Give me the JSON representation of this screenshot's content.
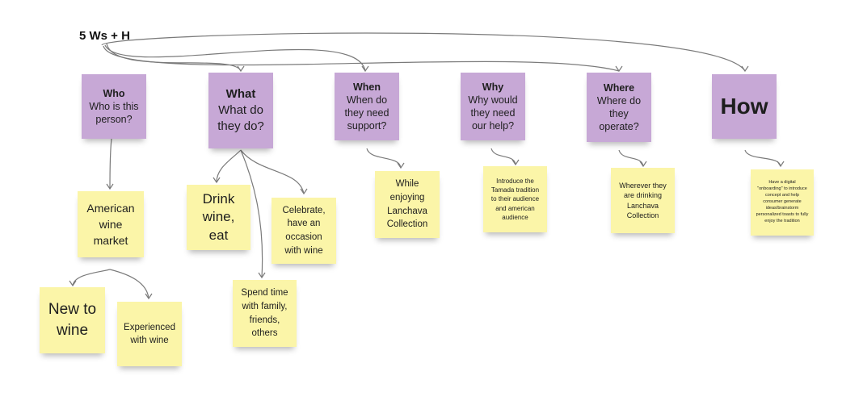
{
  "title": "5 Ws + H",
  "headers": {
    "who": {
      "title": "Who",
      "question": "Who is this person?"
    },
    "what": {
      "title": "What",
      "question": "What do they do?"
    },
    "when": {
      "title": "When",
      "question": "When do they need support?"
    },
    "why": {
      "title": "Why",
      "question": "Why would they need our help?"
    },
    "where": {
      "title": "Where",
      "question": "Where do they operate?"
    },
    "how": {
      "title": "How"
    }
  },
  "answers": {
    "who_market": "American wine market",
    "who_new": "New to wine",
    "who_experienced": "Experienced with wine",
    "what_drink": "Drink wine, eat",
    "what_spend": "Spend time with family, friends, others",
    "what_celebrate": "Celebrate, have an occasion with wine",
    "when_answer": "While enjoying Lanchava Collection",
    "why_answer": "Introduce the Tamada tradition to their audience and american audience",
    "where_answer": "Wherever they are drinking Lanchava Collection",
    "how_answer": "Have a digital \"onboarding\" to introduce concept and help consumer generate ideas/brainstorm personalized toasts to fully enjoy the tradition"
  },
  "colors": {
    "header_note": "#c7a8d6",
    "answer_note": "#fbf5a8",
    "connector": "#7a7a7a"
  }
}
